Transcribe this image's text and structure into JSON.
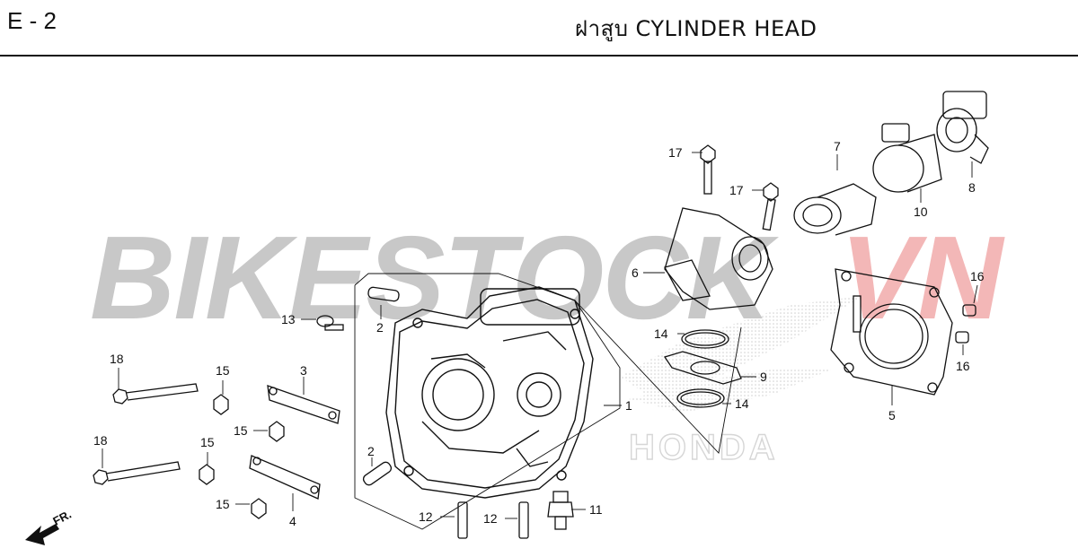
{
  "header": {
    "code": "E - 2",
    "title": "ฝาสูบ  CYLINDER HEAD"
  },
  "watermark": {
    "brand_main": "BIKESTOCK",
    "brand_suffix": "VN",
    "logo_text": "HONDA",
    "main_color": "#c8c8c8",
    "suffix_color": "#f3b7b7"
  },
  "direction_label": "FR.",
  "callouts": {
    "c1": "1",
    "c2a": "2",
    "c2b": "2",
    "c3": "3",
    "c4": "4",
    "c5": "5",
    "c6": "6",
    "c7": "7",
    "c8": "8",
    "c9": "9",
    "c10": "10",
    "c11": "11",
    "c12a": "12",
    "c12b": "12",
    "c13": "13",
    "c14a": "14",
    "c14b": "14",
    "c15a": "15",
    "c15b": "15",
    "c15c": "15",
    "c15d": "15",
    "c16a": "16",
    "c16b": "16",
    "c17a": "17",
    "c17b": "17",
    "c18a": "18",
    "c18b": "18"
  }
}
